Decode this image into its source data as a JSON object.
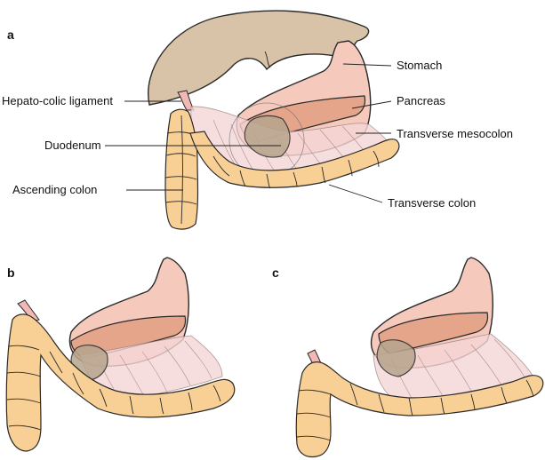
{
  "panels": {
    "a": {
      "letter": "a",
      "labels": {
        "stomach": "Stomach",
        "pancreas": "Pancreas",
        "transverse_mesocolon": "Transverse mesocolon",
        "transverse_colon": "Transverse colon",
        "hepato_colic_ligament": "Hepato-colic ligament",
        "duodenum": "Duodenum",
        "ascending_colon": "Ascending colon"
      }
    },
    "b": {
      "letter": "b"
    },
    "c": {
      "letter": "c"
    }
  },
  "colors": {
    "liver": "#d9c3a8",
    "stomach": "#f5c9bc",
    "pancreas": "#e4a58a",
    "colon": "#f8cf94",
    "mesocolon": "#f6d6d6",
    "duodenum": "#b7a58e",
    "ligament": "#f2b9b4"
  }
}
